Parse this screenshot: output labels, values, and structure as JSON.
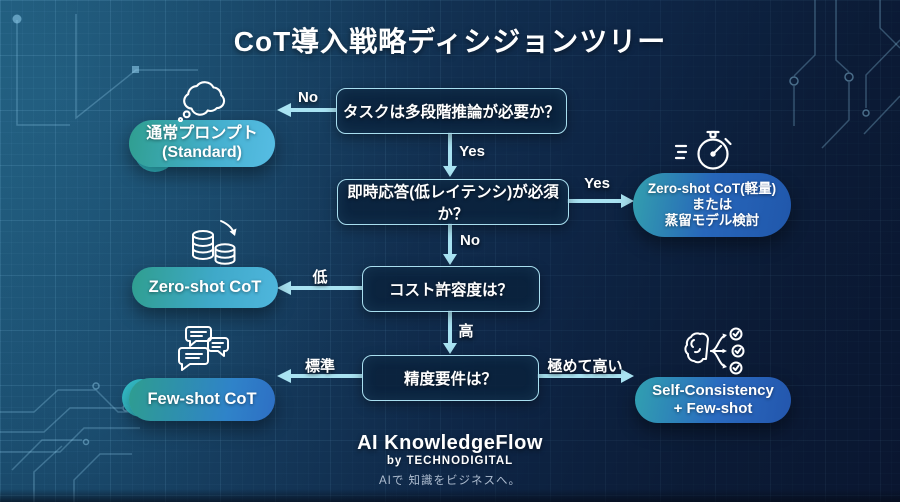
{
  "title": "CoT導入戦略ディシジョンツリー",
  "decisions": {
    "q1": "タスクは多段階推論が必要か？",
    "q2": "即時応答(低レイテンシ)が必須か？",
    "q3": "コスト許容度は？",
    "q4": "精度要件は？"
  },
  "edges": {
    "q1_no": "No",
    "q1_yes": "Yes",
    "q2_yes": "Yes",
    "q2_no": "No",
    "q3_low": "低",
    "q3_high": "高",
    "q4_standard": "標準",
    "q4_very_high": "極めて高い"
  },
  "outcomes": {
    "standard": {
      "lines": [
        "通常プロンプト",
        "(Standard)"
      ],
      "icon": "thought-bubble"
    },
    "zeroshot_light": {
      "lines": [
        "Zero-shot CoT(軽量)",
        "または",
        "蒸留モデル検討"
      ],
      "icon": "stopwatch"
    },
    "zeroshot": {
      "lines": [
        "Zero-shot CoT"
      ],
      "icon": "coins"
    },
    "fewshot": {
      "lines": [
        "Few-shot CoT"
      ],
      "icon": "chat-bubbles"
    },
    "self_consistency": {
      "lines": [
        "Self-Consistency",
        "+ Few-shot"
      ],
      "icon": "brain-branching"
    }
  },
  "footer": {
    "brand": "AI KnowledgeFlow",
    "byline": "by TECHNODIGITAL",
    "tagline": "AIで 知識をビジネスへ。"
  },
  "colors": {
    "background_navy": "#0b1c38",
    "panel_navy": "#0d2946",
    "panel_border_cyan": "#a9dff0",
    "arrow_cyan": "#a9e3f2",
    "accent_teal": "#2f9e8f",
    "accent_blue": "#2563b8",
    "teal_dot": "#35c2cc"
  }
}
